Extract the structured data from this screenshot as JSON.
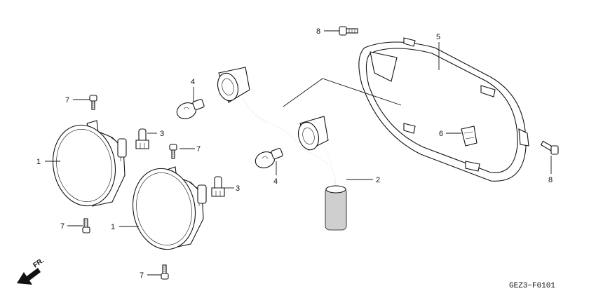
{
  "diagram": {
    "code": "GEZ3−F0101",
    "direction_label": "FR.",
    "callouts": [
      {
        "id": "c1a",
        "label": "1"
      },
      {
        "id": "c1b",
        "label": "1"
      },
      {
        "id": "c2",
        "label": "2"
      },
      {
        "id": "c3a",
        "label": "3"
      },
      {
        "id": "c3b",
        "label": "3"
      },
      {
        "id": "c4a",
        "label": "4"
      },
      {
        "id": "c4b",
        "label": "4"
      },
      {
        "id": "c5",
        "label": "5"
      },
      {
        "id": "c6",
        "label": "6"
      },
      {
        "id": "c7a",
        "label": "7"
      },
      {
        "id": "c7b",
        "label": "7"
      },
      {
        "id": "c7c",
        "label": "7"
      },
      {
        "id": "c7d",
        "label": "7"
      },
      {
        "id": "c8a",
        "label": "8"
      },
      {
        "id": "c8b",
        "label": "8"
      }
    ]
  }
}
